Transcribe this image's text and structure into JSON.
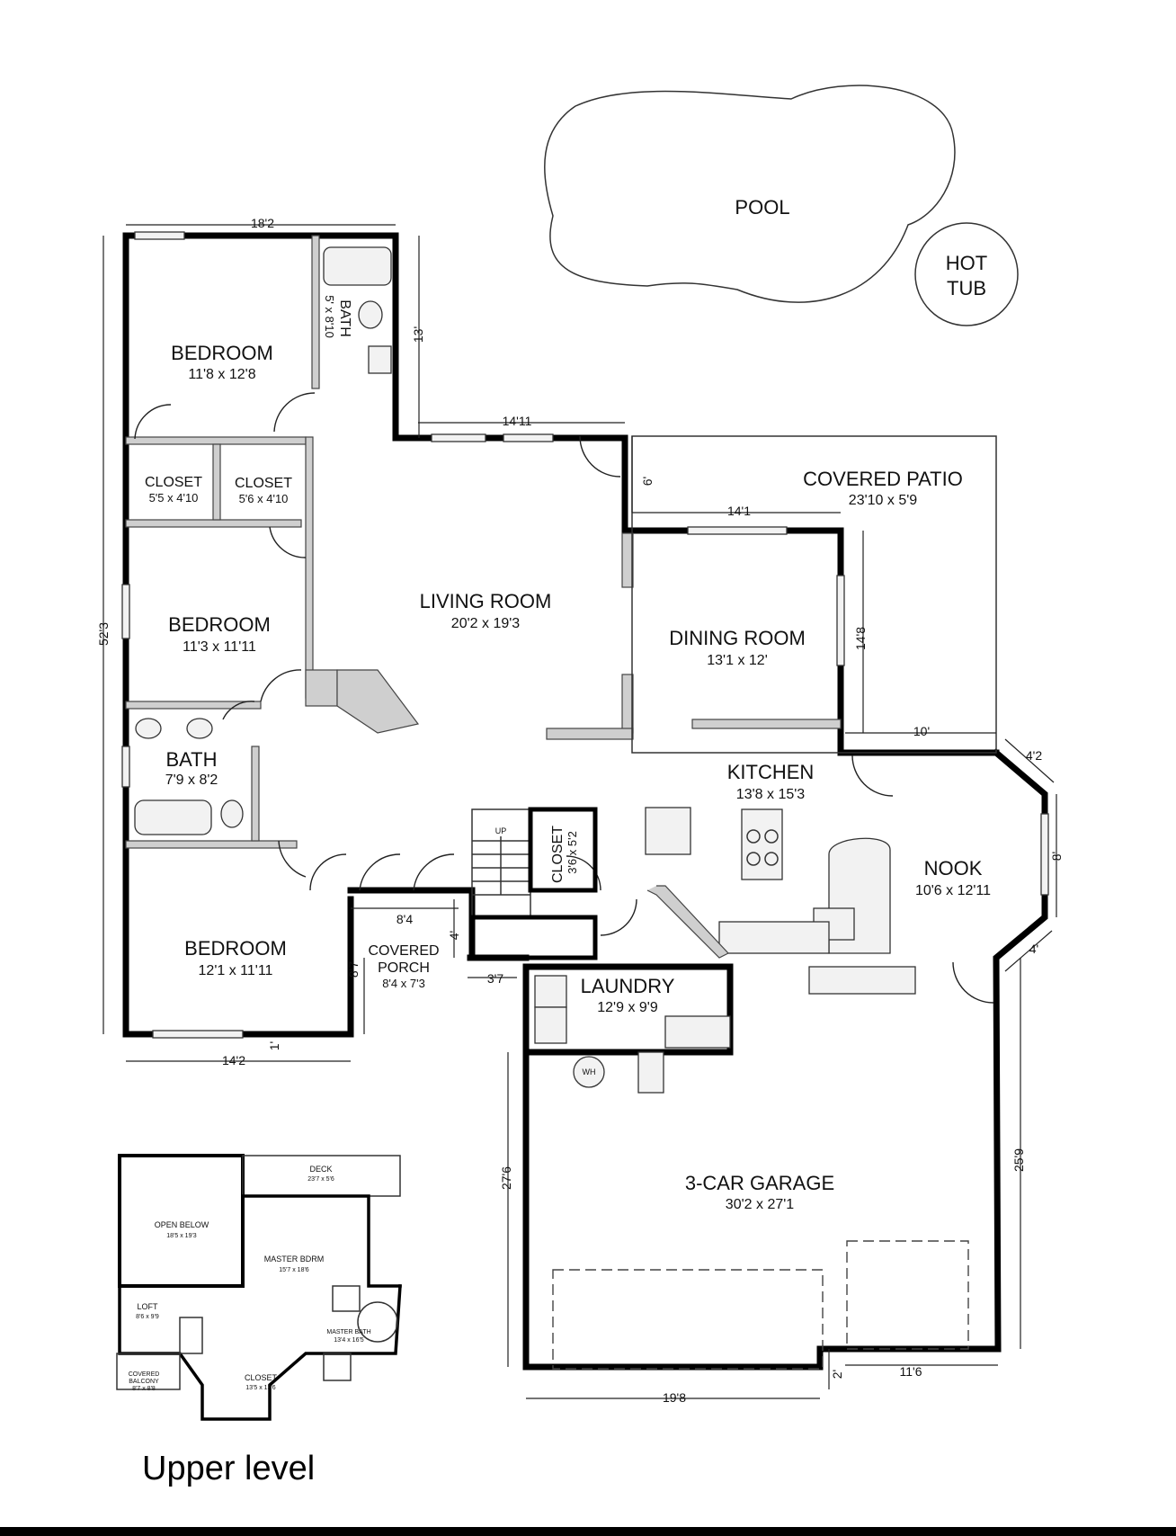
{
  "outdoor": {
    "pool": "POOL",
    "hot_tub_line1": "HOT",
    "hot_tub_line2": "TUB"
  },
  "rooms": {
    "bedroom1": {
      "name": "BEDROOM",
      "size": "11'8 x 12'8"
    },
    "bath1": {
      "name": "BATH",
      "size": "5' x 8'10"
    },
    "closet1": {
      "name": "CLOSET",
      "size": "5'5 x 4'10"
    },
    "closet2": {
      "name": "CLOSET",
      "size": "5'6 x 4'10"
    },
    "bedroom2": {
      "name": "BEDROOM",
      "size": "11'3 x 11'11"
    },
    "bath2": {
      "name": "BATH",
      "size": "7'9 x 8'2"
    },
    "bedroom3": {
      "name": "BEDROOM",
      "size": "12'1 x 11'11"
    },
    "living_room": {
      "name": "LIVING ROOM",
      "size": "20'2 x 19'3"
    },
    "dining_room": {
      "name": "DINING ROOM",
      "size": "13'1 x 12'"
    },
    "covered_patio": {
      "name": "COVERED PATIO",
      "size": "23'10 x 5'9"
    },
    "kitchen": {
      "name": "KITCHEN",
      "size": "13'8 x 15'3"
    },
    "nook": {
      "name": "NOOK",
      "size": "10'6 x 12'11"
    },
    "closet3": {
      "name": "CLOSET",
      "size": "3'6 x 5'2"
    },
    "covered_porch": {
      "name_line1": "COVERED",
      "name_line2": "PORCH",
      "size": "8'4 x 7'3"
    },
    "laundry": {
      "name": "LAUNDRY",
      "size": "12'9 x 9'9"
    },
    "garage": {
      "name": "3-CAR GARAGE",
      "size": "30'2 x 27'1"
    }
  },
  "fixtures": {
    "stairs_up": "UP",
    "water_heater": "WH"
  },
  "dimensions": {
    "top_width": "18'2",
    "left_height": "52'3",
    "bath_wing": "13'",
    "living_top": "14'11",
    "patio_depth": "6'",
    "dining_width": "14'1",
    "dining_side": "14'8",
    "patio_bottom": "10'",
    "nook_diag_top": "4'2",
    "nook_side": "8'",
    "nook_diag_bottom": "4'",
    "porch_width": "8'4",
    "porch_step": "4'",
    "porch_height": "8'7",
    "porch_gap": "3'7",
    "bottom_left": "14'2",
    "small_offset": "1'",
    "garage_left": "27'6",
    "garage_right": "25'9",
    "garage_bottom": "19'8",
    "garage_step": "11'6",
    "garage_notch": "2'"
  },
  "upper_level": {
    "label": "Upper level",
    "open_below": {
      "name": "OPEN BELOW",
      "size": "18'5 x 19'3"
    },
    "deck": {
      "name": "DECK",
      "size": "23'7 x 5'6"
    },
    "master_bedroom": {
      "name": "MASTER BDRM",
      "size": "15'7 x 18'6"
    },
    "loft": {
      "name": "LOFT",
      "size": "8'6 x 9'9"
    },
    "master_bath": {
      "name": "MASTER BATH",
      "size": "13'4 x 16'5"
    },
    "closet": {
      "name": "CLOSET",
      "size": "13'5 x 13'6"
    },
    "covered_balcony": {
      "name_line1": "COVERED",
      "name_line2": "BALCONY",
      "size": "8'7 x 8'8"
    }
  }
}
